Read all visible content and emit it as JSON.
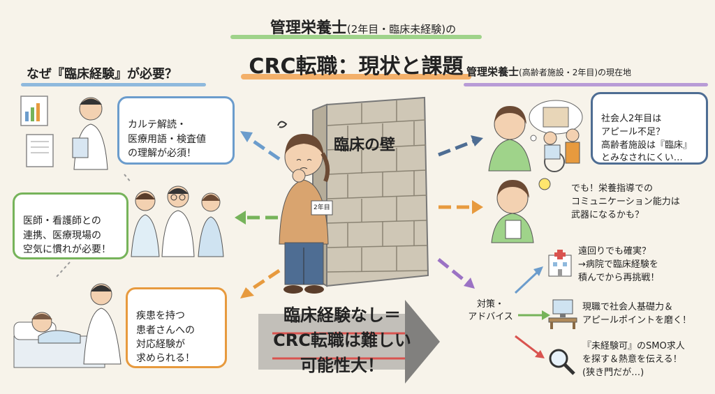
{
  "title": {
    "line1_main": "管理栄養士",
    "line1_sub": "(2年目・臨床未経験)の",
    "line2": "CRC転職：現状と課題"
  },
  "left_section": {
    "heading": "なぜ『臨床経験』が必要？",
    "items": [
      {
        "text": "カルテ解読・\n医療用語・検査値\nの理解が必須！"
      },
      {
        "text": "医師・看護師との\n連携、医療現場の\n空気に慣れが必要！"
      },
      {
        "text": "疾患を持つ\n患者さんへの\n対応経験が\n求められる！"
      }
    ]
  },
  "right_section": {
    "heading_main": "管理栄養士",
    "heading_sub": "(高齢者施設・2年目)の現在地",
    "items": [
      {
        "text": "社会人2年目は\nアピール不足？\n高齢者施設は『臨床』\nとみなされにくい…"
      },
      {
        "text": "でも！栄養指導での\nコミュニケーション能力は\n武器になるかも？"
      }
    ]
  },
  "center": {
    "wall_label": "臨床の壁",
    "name_tag": "2年目",
    "conclusion": "臨床経験なし＝\nCRC転職は難しい\n可能性大！"
  },
  "advice": {
    "label": "対策・\nアドバイス",
    "items": [
      {
        "text": "遠回りでも確実？\n→病院で臨床経験を\n積んでから再挑戦！",
        "icon": "hospital-icon"
      },
      {
        "text": "現職で社会人基礎力＆\nアピールポイントを磨く！",
        "icon": "desk-computer-icon"
      },
      {
        "text": "『未経験可』のSMO求人\nを探す＆熱意を伝える！\n(狭き門だが…)",
        "icon": "magnifier-icon"
      }
    ]
  },
  "colors": {
    "blue": "#6b9ccc",
    "green": "#76b35a",
    "orange": "#e79a3e",
    "navy": "#4e6d93",
    "purple": "#b89bd6",
    "red": "#d9534f"
  }
}
